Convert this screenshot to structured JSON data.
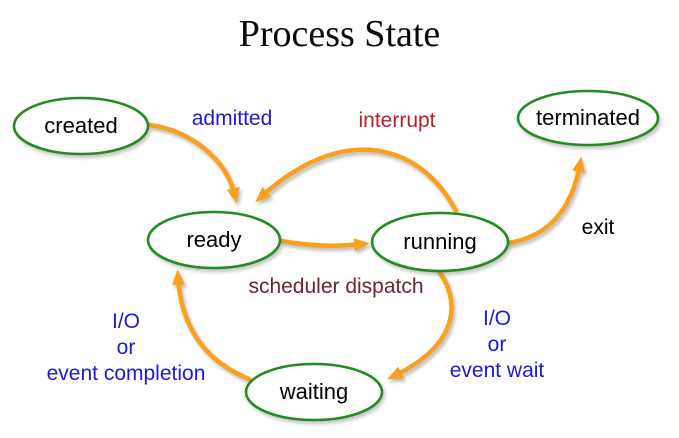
{
  "title": "Process State",
  "colors": {
    "state_outline_green": "#228B22",
    "arrow_orange": "#F9A11D",
    "label_blue": "#1b1bd6",
    "label_red": "#b5202a",
    "label_maroon": "#732430",
    "label_black": "#000000",
    "background": "#ffffff"
  },
  "states": {
    "created": {
      "label": "created"
    },
    "ready": {
      "label": "ready"
    },
    "running": {
      "label": "running"
    },
    "waiting": {
      "label": "waiting"
    },
    "terminated": {
      "label": "terminated"
    }
  },
  "transitions": {
    "admitted": {
      "label": "admitted",
      "from": "created",
      "to": "ready"
    },
    "interrupt": {
      "label": "interrupt",
      "from": "running",
      "to": "ready"
    },
    "scheduler_dispatch": {
      "label": "scheduler dispatch",
      "from": "ready",
      "to": "running"
    },
    "exit": {
      "label": "exit",
      "from": "running",
      "to": "terminated"
    },
    "io_event_completion": {
      "label": "I/O\nor\nevent completion",
      "from": "waiting",
      "to": "ready"
    },
    "io_event_wait": {
      "label": "I/O\nor\nevent wait",
      "from": "running",
      "to": "waiting"
    }
  }
}
